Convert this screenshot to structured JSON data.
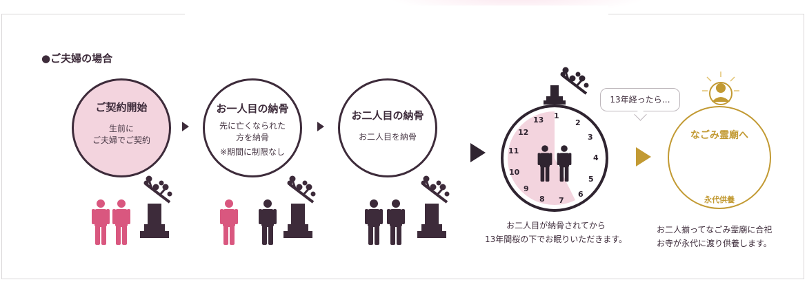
{
  "section_title": "●ご夫婦の場合",
  "steps": [
    {
      "title": "ご契約開始",
      "lines": [
        "生前に",
        "ご夫婦でご契約"
      ]
    },
    {
      "title": "お一人目の納骨",
      "lines": [
        "先に亡くなられた",
        "方を納骨",
        "※期間に制限なし"
      ]
    },
    {
      "title": "お二人目の納骨",
      "lines": [
        "お二人目を納骨"
      ]
    }
  ],
  "clock": {
    "numbers": [
      "1",
      "2",
      "3",
      "4",
      "5",
      "6",
      "7",
      "8",
      "9",
      "10",
      "11",
      "12",
      "13"
    ],
    "caption_lines": [
      "お二人目が納骨されてから",
      "13年間桜の下でお眠りいただきます。"
    ]
  },
  "bubble_text": "13年経ったら…",
  "final": {
    "title": "なごみ霊廟へ",
    "subtitle": "永代供養",
    "caption_lines": [
      "お二人揃ってなごみ霊廟に合祀",
      "お寺が永代に渡り供養します。"
    ]
  },
  "colors": {
    "dark": "#3d2b3a",
    "pink": "#d9577f",
    "light_pink": "#f3d4de",
    "gold": "#c29a33"
  }
}
